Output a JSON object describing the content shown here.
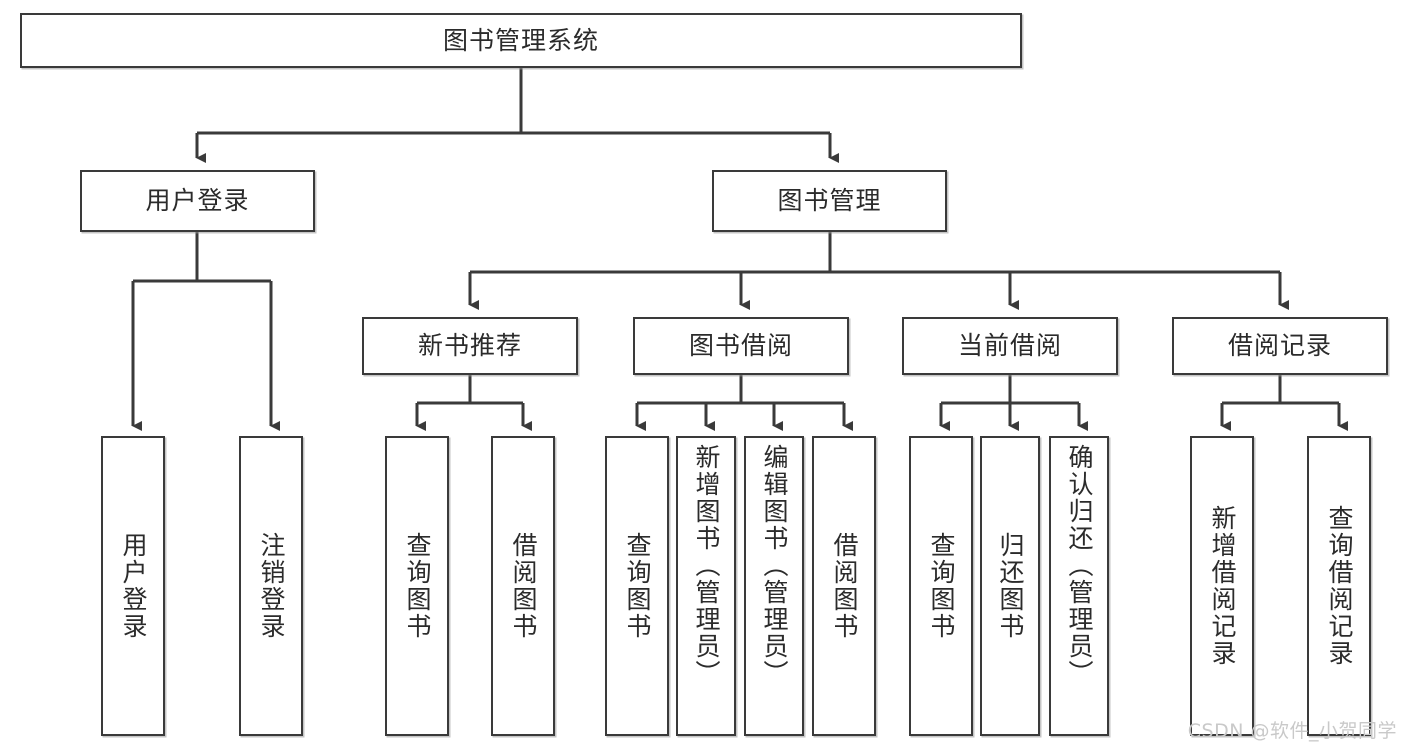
{
  "diagram": {
    "title": "图书管理系统",
    "type": "功能结构图",
    "stroke_color": "#3a3a3a",
    "background_color": "#ffffff",
    "text_color": "#2b2b2b"
  },
  "root": {
    "label": "图书管理系统"
  },
  "level2": [
    {
      "id": "user-login",
      "label": "用户登录"
    },
    {
      "id": "book-manage",
      "label": "图书管理"
    }
  ],
  "level3": [
    {
      "id": "new-book-recommend",
      "label": "新书推荐"
    },
    {
      "id": "book-borrow",
      "label": "图书借阅"
    },
    {
      "id": "current-borrow",
      "label": "当前借阅"
    },
    {
      "id": "borrow-record",
      "label": "借阅记录"
    }
  ],
  "leaves": {
    "user_login": [
      {
        "id": "leaf-user-login",
        "label": "用户登录"
      },
      {
        "id": "leaf-logout-login",
        "label": "注销登录"
      }
    ],
    "new_book_recommend": [
      {
        "id": "leaf-query-book-1",
        "label": "查询图书"
      },
      {
        "id": "leaf-borrow-book-1",
        "label": "借阅图书"
      }
    ],
    "book_borrow": [
      {
        "id": "leaf-query-book-2",
        "label": "查询图书"
      },
      {
        "id": "leaf-add-book",
        "label": "新增图书（管理员）"
      },
      {
        "id": "leaf-edit-book",
        "label": "编辑图书（管理员）"
      },
      {
        "id": "leaf-borrow-book-2",
        "label": "借阅图书"
      }
    ],
    "current_borrow": [
      {
        "id": "leaf-query-book-3",
        "label": "查询图书"
      },
      {
        "id": "leaf-return-book",
        "label": "归还图书"
      },
      {
        "id": "leaf-confirm-return",
        "label": "确认归还（管理员）"
      }
    ],
    "borrow_record": [
      {
        "id": "leaf-add-borrow-record",
        "label": "新增借阅记录"
      },
      {
        "id": "leaf-query-borrow-record",
        "label": "查询借阅记录"
      }
    ]
  },
  "watermark": {
    "text": "CSDN @软件_小贺同学"
  },
  "chart_data": {
    "type": "diagram",
    "title": "图书管理系统",
    "nodes": [
      {
        "level": 1,
        "label": "图书管理系统"
      },
      {
        "level": 2,
        "label": "用户登录",
        "parent": "图书管理系统"
      },
      {
        "level": 2,
        "label": "图书管理",
        "parent": "图书管理系统"
      },
      {
        "level": 3,
        "label": "用户登录",
        "parent": "用户登录"
      },
      {
        "level": 3,
        "label": "注销登录",
        "parent": "用户登录"
      },
      {
        "level": 3,
        "label": "新书推荐",
        "parent": "图书管理"
      },
      {
        "level": 3,
        "label": "图书借阅",
        "parent": "图书管理"
      },
      {
        "level": 3,
        "label": "当前借阅",
        "parent": "图书管理"
      },
      {
        "level": 3,
        "label": "借阅记录",
        "parent": "图书管理"
      },
      {
        "level": 4,
        "label": "查询图书",
        "parent": "新书推荐"
      },
      {
        "level": 4,
        "label": "借阅图书",
        "parent": "新书推荐"
      },
      {
        "level": 4,
        "label": "查询图书",
        "parent": "图书借阅"
      },
      {
        "level": 4,
        "label": "新增图书（管理员）",
        "parent": "图书借阅"
      },
      {
        "level": 4,
        "label": "编辑图书（管理员）",
        "parent": "图书借阅"
      },
      {
        "level": 4,
        "label": "借阅图书",
        "parent": "图书借阅"
      },
      {
        "level": 4,
        "label": "查询图书",
        "parent": "当前借阅"
      },
      {
        "level": 4,
        "label": "归还图书",
        "parent": "当前借阅"
      },
      {
        "level": 4,
        "label": "确认归还（管理员）",
        "parent": "当前借阅"
      },
      {
        "level": 4,
        "label": "新增借阅记录",
        "parent": "借阅记录"
      },
      {
        "level": 4,
        "label": "查询借阅记录",
        "parent": "借阅记录"
      }
    ]
  }
}
